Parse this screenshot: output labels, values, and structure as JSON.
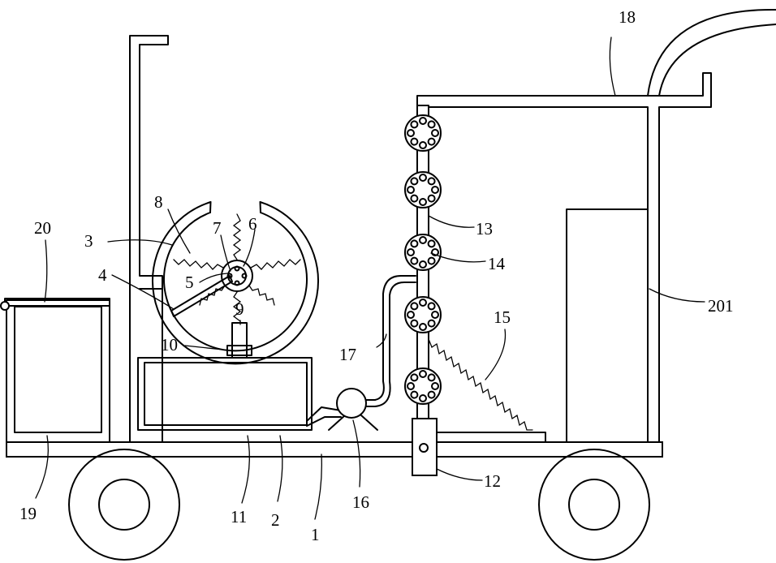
{
  "diagram": {
    "labels": {
      "l1": "1",
      "l2": "2",
      "l3": "3",
      "l4": "4",
      "l5": "5",
      "l6": "6",
      "l7": "7",
      "l8": "8",
      "l9": "9",
      "l10": "10",
      "l11": "11",
      "l12": "12",
      "l13": "13",
      "l14": "14",
      "l15": "15",
      "l16": "16",
      "l17": "17",
      "l18": "18",
      "l19": "19",
      "l20": "20",
      "l201": "201"
    }
  }
}
